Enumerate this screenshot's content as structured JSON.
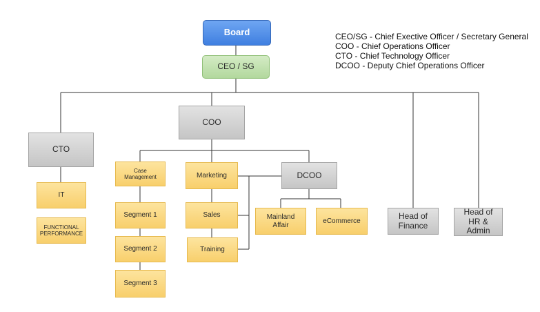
{
  "legend": [
    "CEO/SG -  Chief Exective Officer / Secretary General",
    "COO - Chief Operations Officer",
    "CTO - Chief Technology Officer",
    "DCOO - Deputy Chief Operations Officer"
  ],
  "nodes": {
    "board": "Board",
    "ceo": "CEO / SG",
    "coo": "COO",
    "cto": "CTO",
    "it": "IT",
    "functional": "FUNCTIONAL PERFORMANCE",
    "case_mgmt": "Case Management",
    "segment1": "Segment 1",
    "segment2": "Segment 2",
    "segment3": "Segment 3",
    "marketing": "Marketing",
    "sales": "Sales",
    "training": "Training",
    "dcoo": "DCOO",
    "mainland": "Mainland Affair",
    "ecommerce": "eCommerce",
    "finance": "Head of Finance",
    "hr": "Head of HR & Admin"
  },
  "colors": {
    "board": "#4a88e6",
    "executive": "#c3e2b0",
    "management": "#d4d4d4",
    "unit": "#fbd983",
    "connector": "#333333"
  }
}
